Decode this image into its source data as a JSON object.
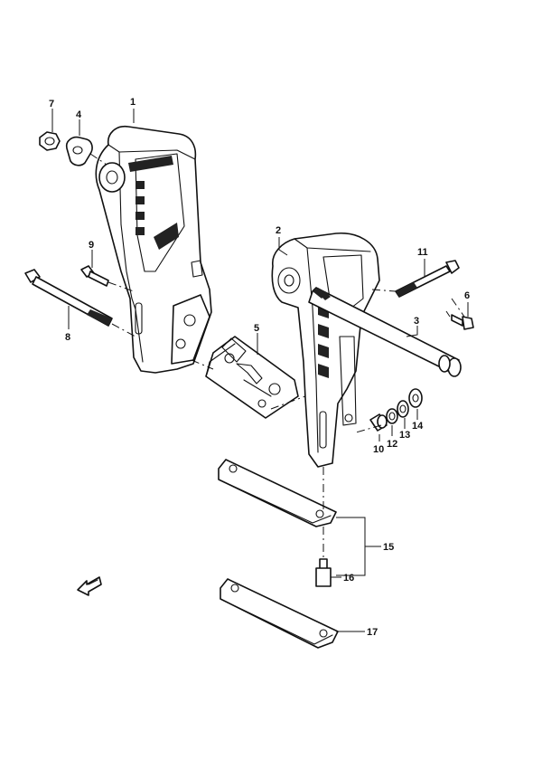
{
  "diagram": {
    "callouts": [
      {
        "id": "c1",
        "label": "1"
      },
      {
        "id": "c2",
        "label": "2"
      },
      {
        "id": "c3",
        "label": "3"
      },
      {
        "id": "c4",
        "label": "4"
      },
      {
        "id": "c5",
        "label": "5"
      },
      {
        "id": "c6",
        "label": "6"
      },
      {
        "id": "c7",
        "label": "7"
      },
      {
        "id": "c8",
        "label": "8"
      },
      {
        "id": "c9",
        "label": "9"
      },
      {
        "id": "c10",
        "label": "10"
      },
      {
        "id": "c11",
        "label": "11"
      },
      {
        "id": "c12",
        "label": "12"
      },
      {
        "id": "c13",
        "label": "13"
      },
      {
        "id": "c14",
        "label": "14"
      },
      {
        "id": "c15",
        "label": "15"
      },
      {
        "id": "c16",
        "label": "16"
      },
      {
        "id": "c17",
        "label": "17"
      }
    ],
    "direction_arrow": {
      "icon": "front-direction-arrow-icon"
    }
  }
}
